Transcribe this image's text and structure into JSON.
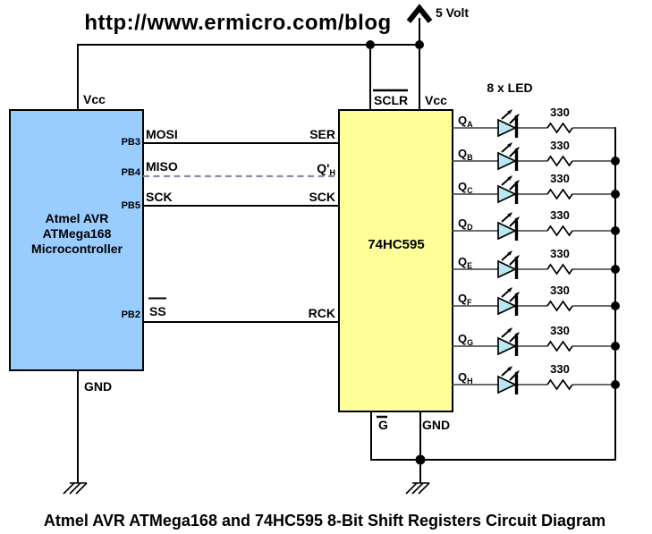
{
  "watermark": "http://www.ermicro.com/blog",
  "title": "Atmel AVR ATMega168 and 74HC595 8-Bit Shift Registers Circuit Diagram",
  "power": {
    "supply_label": "5 Volt"
  },
  "mcu": {
    "name_line1": "Atmel AVR",
    "name_line2": "ATMega168",
    "name_line3": "Microcontroller",
    "vcc_label": "Vcc",
    "gnd_label": "GND",
    "pins": [
      {
        "port": "PB3",
        "signal": "MOSI"
      },
      {
        "port": "PB4",
        "signal": "MISO"
      },
      {
        "port": "PB5",
        "signal": "SCK"
      },
      {
        "port": "PB2",
        "signal": "SS"
      }
    ]
  },
  "shift_register": {
    "name": "74HC595",
    "pin_ser": "SER",
    "pin_qh": {
      "main": "Q'",
      "sub": "H"
    },
    "pin_sck": "SCK",
    "pin_rck": "RCK",
    "pin_sclr": "SCLR",
    "pin_vcc": "Vcc",
    "pin_g": "G",
    "pin_gnd": "GND"
  },
  "led_bank": {
    "label": "8 x LED",
    "resistor_value": "330",
    "outputs": [
      {
        "main": "Q",
        "sub": "A"
      },
      {
        "main": "Q",
        "sub": "B"
      },
      {
        "main": "Q",
        "sub": "C"
      },
      {
        "main": "Q",
        "sub": "D"
      },
      {
        "main": "Q",
        "sub": "E"
      },
      {
        "main": "Q",
        "sub": "F"
      },
      {
        "main": "Q",
        "sub": "G"
      },
      {
        "main": "Q",
        "sub": "H"
      }
    ]
  },
  "colors": {
    "mcu_fill": "#99CCFF",
    "register_fill": "#FFFF99",
    "led_fill": "#B8E9F1",
    "dashed_wire": "#8D8DAE",
    "watermark": "#B3B3B3",
    "wire": "#000000"
  }
}
